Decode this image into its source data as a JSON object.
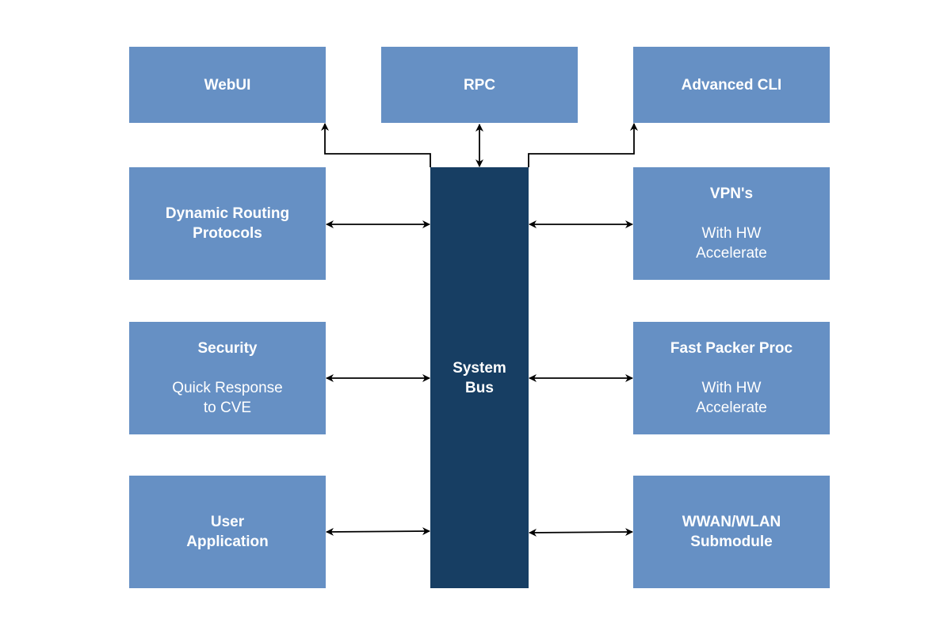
{
  "bus": {
    "title": "System\nBus"
  },
  "boxes": {
    "webui": {
      "title": "WebUI"
    },
    "rpc": {
      "title": "RPC"
    },
    "advanced_cli": {
      "title": "Advanced CLI"
    },
    "dynamic_routing": {
      "title": "Dynamic Routing\nProtocols"
    },
    "vpns": {
      "title": "VPN's",
      "sub": "With HW\nAccelerate"
    },
    "security": {
      "title": "Security",
      "sub": "Quick Response\nto CVE"
    },
    "fast_packet": {
      "title": "Fast Packer Proc",
      "sub": "With HW\nAccelerate"
    },
    "user_app": {
      "title": "User\nApplication"
    },
    "wwan_wlan": {
      "title": "WWAN/WLAN\nSubmodule"
    }
  },
  "colors": {
    "box": "#6690c4",
    "bus": "#173e63",
    "connector": "#000000",
    "text": "#ffffff"
  }
}
